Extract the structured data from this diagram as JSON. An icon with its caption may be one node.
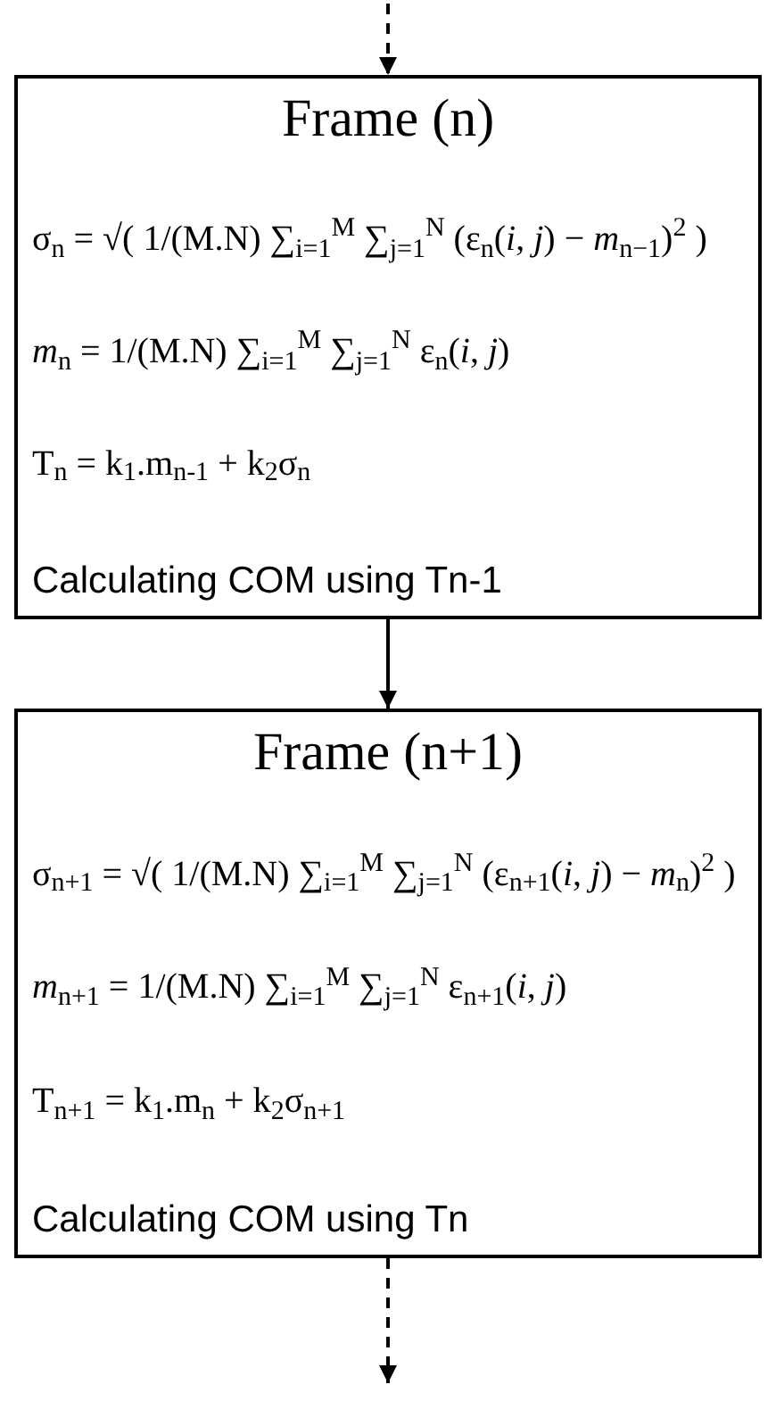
{
  "diagram": {
    "nodes": [
      {
        "text": [
          "Frame (n)",
          "σ$_{n}$ = √( 1/(M.N) ∑$_{i=1}$$^{M}$ ∑$_{j=1}$$^{N}$ (ε$_{n}$(*i*, *j*) − *m*$_{n−1}$)$^{2}$ )",
          "*m*$_{n}$ = 1/(M.N) ∑$_{i=1}$$^{M}$ ∑$_{j=1}$$^{N}$ ε$_{n}$(*i*, *j*)",
          "T$_{n}$ = k$_{1}$.m$_{n-1}$ + k$_{2}$σ$_{n}$",
          "Calculating COM using Tn-1"
        ]
      },
      {
        "text": [
          "Frame (n+1)",
          "σ$_{n+1}$ = √( 1/(M.N) ∑$_{i=1}$$^{M}$ ∑$_{j=1}$$^{N}$ (ε$_{n+1}$(*i*, *j*) − *m*$_{n}$)$^{2}$ )",
          "*m*$_{n+1}$ = 1/(M.N) ∑$_{i=1}$$^{M}$ ∑$_{j=1}$$^{N}$ ε$_{n+1}$(*i*, *j*)",
          "T$_{n+1}$ = k$_{1}$.m$_{n}$ + k$_{2}$σ$_{n+1}$",
          "Calculating COM using Tn"
        ]
      }
    ],
    "edges": [
      {
        "from": null,
        "to": 0,
        "arrow": "to",
        "style": "dashed"
      },
      {
        "from": 0,
        "to": 1,
        "arrow": "to"
      },
      {
        "from": 1,
        "to": null,
        "arrow": "to",
        "style": "dashed"
      }
    ]
  }
}
